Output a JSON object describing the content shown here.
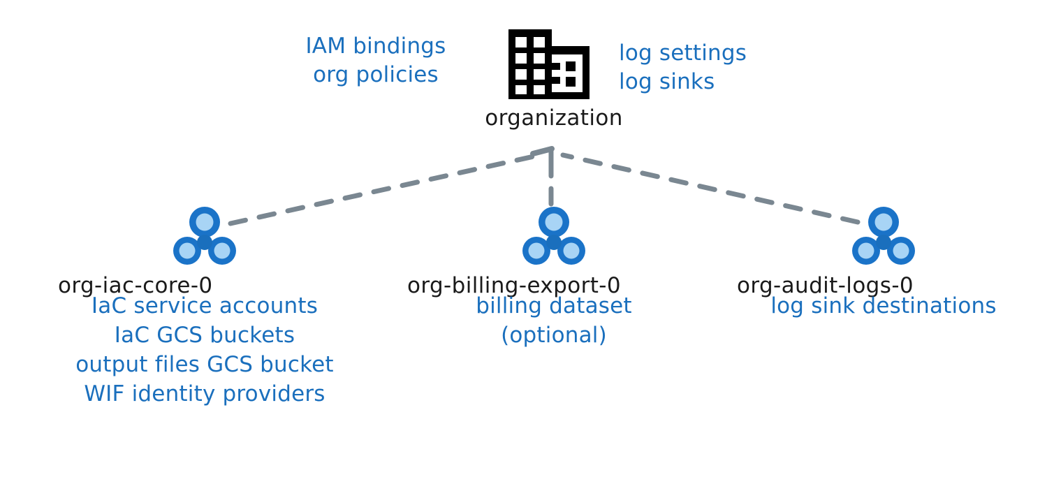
{
  "diagram": {
    "root": {
      "icon": "organization-building-icon",
      "label": "organization",
      "notes_left": "IAM bindings\norg policies",
      "notes_right": "log settings\nlog sinks"
    },
    "nodes": [
      {
        "icon": "project-cluster-icon",
        "title": "org-iac-core-0",
        "note": "IaC service accounts\nIaC GCS buckets\noutput files GCS bucket\nWIF identity providers"
      },
      {
        "icon": "project-cluster-icon",
        "title": "org-billing-export-0",
        "note": "billing dataset\n(optional)"
      },
      {
        "icon": "project-cluster-icon",
        "title": "org-audit-logs-0",
        "note": "log sink destinations"
      }
    ],
    "edges": [
      {
        "name": "edge-org-to-iac-core",
        "style": "dashed",
        "from": "org",
        "to": "org-iac-core-0"
      },
      {
        "name": "edge-org-to-billing-export",
        "style": "dashed",
        "from": "org",
        "to": "org-billing-export-0"
      },
      {
        "name": "edge-org-to-audit-logs",
        "style": "dashed",
        "from": "org",
        "to": "org-audit-logs-0"
      }
    ],
    "colors": {
      "accent_blue": "#1a6fbd",
      "node_ring": "#1a73c8",
      "node_fill": "#a8d4f5",
      "text_dark": "#1a1a1a",
      "edge_gray": "#7a8791",
      "background": "#ffffff"
    }
  }
}
